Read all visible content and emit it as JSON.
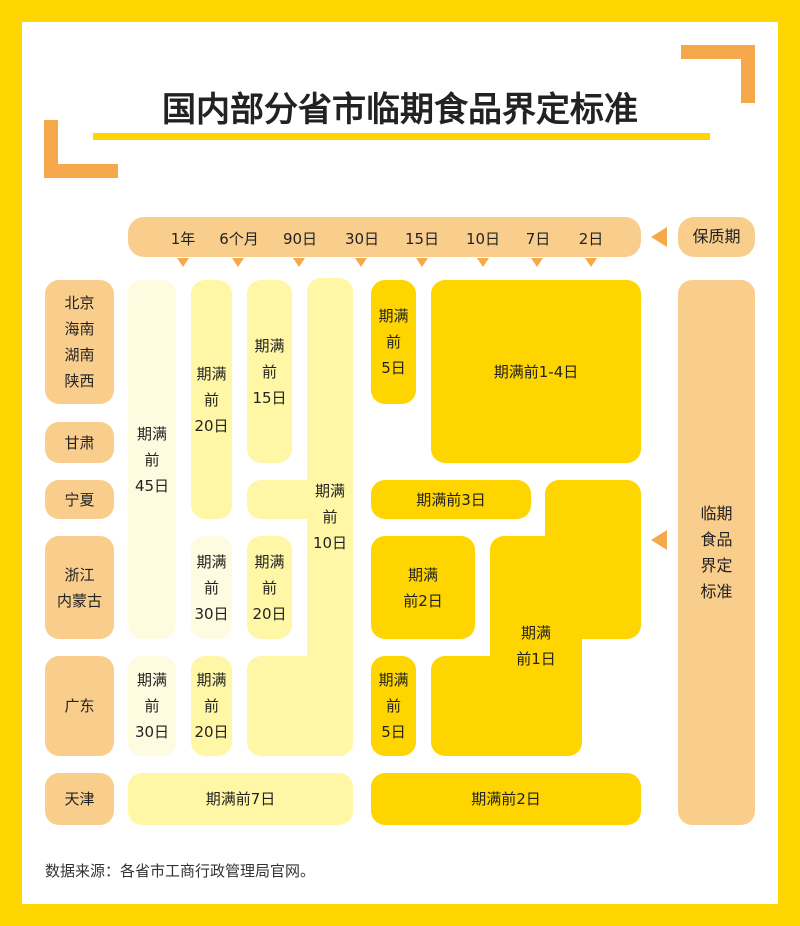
{
  "title": "国内部分省市临期食品界定标准",
  "shelf_life_label": "保质期",
  "standard_label": "临期\n食品\n界定\n标准",
  "timeline": [
    "1年",
    "6个月",
    "90日",
    "30日",
    "15日",
    "10日",
    "7日",
    "2日"
  ],
  "rows": [
    "北京\n海南\n湖南\n陕西",
    "甘肃",
    "宁夏",
    "浙江\n内蒙古",
    "广东",
    "天津"
  ],
  "cells": {
    "d45": "期满\n前\n45日",
    "gd30": "期满\n前\n30日",
    "tj7": "期满前7日",
    "d20a": "期满\n前\n20日",
    "zj30": "期满\n前\n30日",
    "gd20": "期满\n前\n20日",
    "d15": "期满\n前\n15日",
    "zj20": "期满\n前\n20日",
    "d10": "期满\n前\n10日",
    "d5a": "期满\n前\n5日",
    "d14": "期满前1-4日",
    "nx3": "期满前3日",
    "zj2": "期满\n前2日",
    "d1": "期满\n前1日",
    "gd5": "期满\n前\n5日",
    "tj2": "期满前2日"
  },
  "source": "数据来源：各省市工商行政管理局官网。",
  "colors": {
    "border": "#FFD500",
    "accent": "#F5A94A",
    "peach": "#F9CE8D",
    "light": "#FFF7A6",
    "very_light": "#FFFBE0",
    "gold": "#FFD500"
  }
}
